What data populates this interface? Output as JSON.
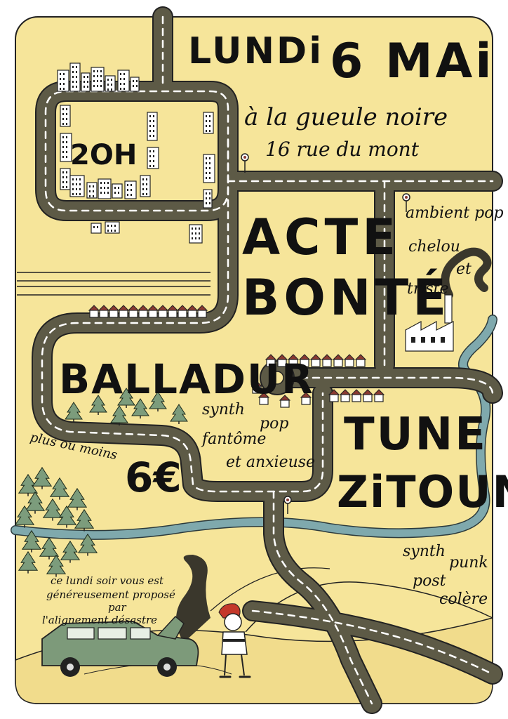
{
  "header": {
    "day": "LUNDi",
    "date": "6 MAi",
    "venue": "à la gueule noire",
    "address": "16 rue du mont",
    "time": "2OH"
  },
  "bands": [
    {
      "name_lines": [
        "ACTE",
        "BONTÉ"
      ],
      "genre_lines": [
        "ambient pop",
        "chelou",
        "et",
        "triste"
      ]
    },
    {
      "name_lines": [
        "BALLADUR"
      ],
      "genre_lines": [
        "synth",
        "pop",
        "fantôme",
        "et anxieuse"
      ]
    },
    {
      "name_lines": [
        "TUNE",
        "ZiTOUNE"
      ],
      "genre_lines": [
        "synth",
        "punk",
        "post",
        "colère"
      ]
    }
  ],
  "price": {
    "prefix": "plus ou moins",
    "value": "6€"
  },
  "footer": {
    "lines": [
      "ce lundi soir vous est",
      "généreusement proposé",
      "par",
      "l'alignement désastre"
    ]
  },
  "colors": {
    "background": "#f6e59a",
    "road": "#5d5a46",
    "river": "#7fa9ad",
    "tree": "#7c9c7c",
    "car": "#7d9a7a",
    "roof": "#8a3a32",
    "smoke": "#3a372c",
    "hair": "#c4382a"
  },
  "icons": [
    "factory-icon",
    "car-icon",
    "person-icon",
    "road-sign-icon",
    "tree-icon",
    "house-icon"
  ]
}
